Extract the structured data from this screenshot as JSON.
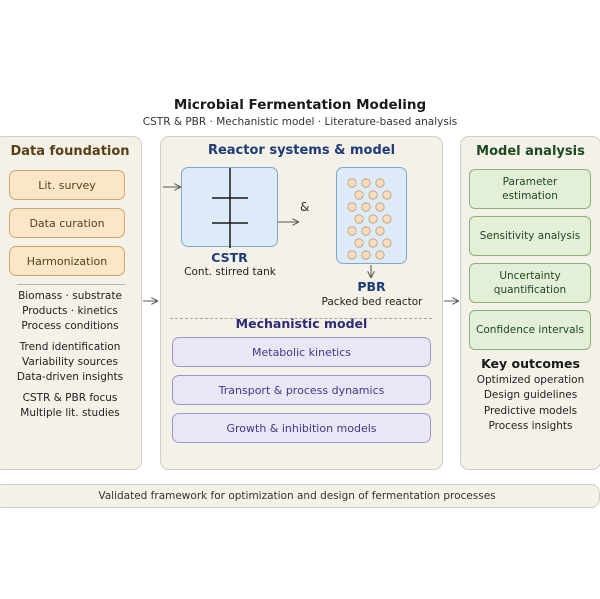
{
  "title": "Microbial Fermentation Modeling",
  "subtitle": "CSTR & PBR · Mechanistic model · Literature-based analysis",
  "left": {
    "heading": "Data foundation",
    "steps": [
      "Lit. survey",
      "Data curation",
      "Harmonization"
    ],
    "group1": [
      "Biomass · substrate",
      "Products · kinetics",
      "Process conditions"
    ],
    "group2": [
      "Trend identification",
      "Variability sources",
      "Data-driven insights"
    ],
    "group3": [
      "CSTR & PBR focus",
      "Multiple lit. studies"
    ]
  },
  "middle": {
    "heading": "Reactor systems & model",
    "cstr": {
      "label": "CSTR",
      "desc": "Cont. stirred tank"
    },
    "amp": "&",
    "pbr": {
      "label": "PBR",
      "desc": "Packed bed reactor"
    },
    "mech_heading": "Mechanistic model",
    "models": [
      "Metabolic kinetics",
      "Transport & process dynamics",
      "Growth & inhibition models"
    ]
  },
  "right": {
    "heading": "Model analysis",
    "analyses": [
      "Parameter estimation",
      "Sensitivity analysis",
      "Uncertainty quantification",
      "Confidence intervals"
    ],
    "outcomes_heading": "Key outcomes",
    "outcomes": [
      "Optimized operation",
      "Design guidelines",
      "Predictive models",
      "Process insights"
    ]
  },
  "footer": "Validated framework for optimization and design of fermentation processes",
  "colors": {
    "panel": "#f3f1e8",
    "orange_box": "#fbe7c8",
    "green_box": "#e3efd7",
    "purple_box": "#e9e6f6",
    "reactor_box": "#dcebf7",
    "bead": "#f6dcc0"
  }
}
